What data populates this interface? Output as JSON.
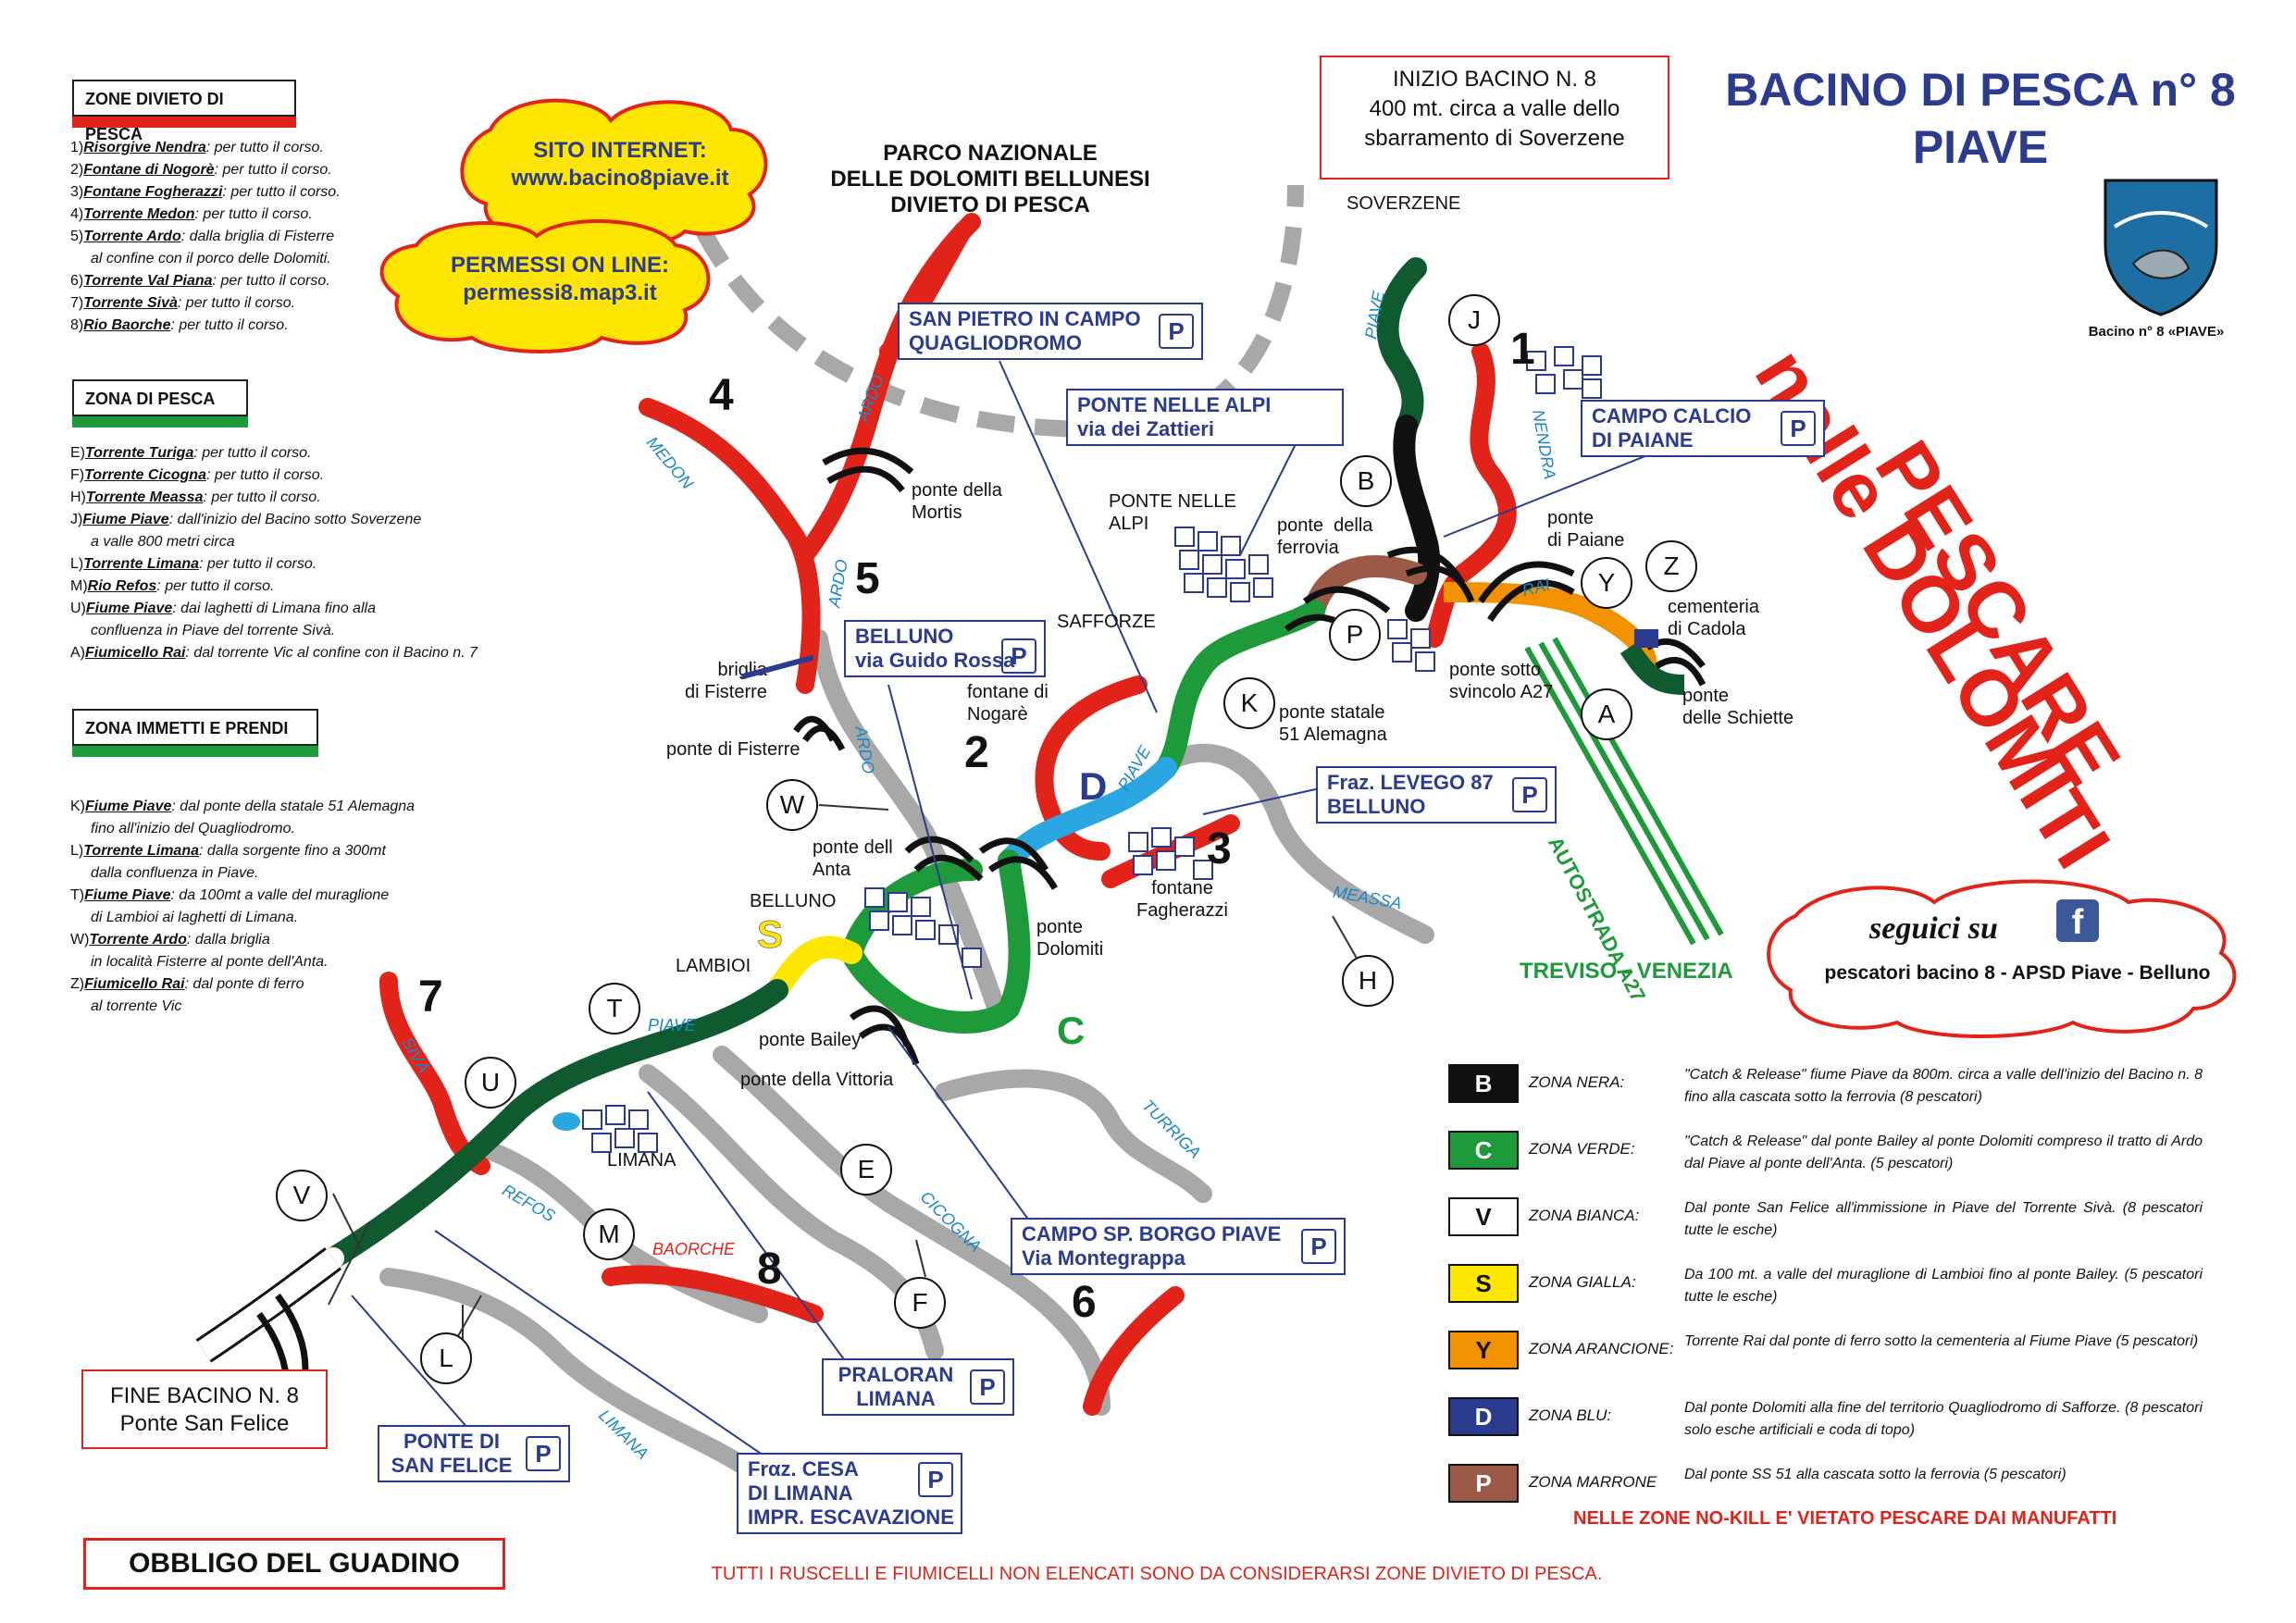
{
  "title": {
    "line1": "BACINO DI PESCA n° 8",
    "line2": "PIAVE"
  },
  "logo_caption": "Bacino n° 8 «PIAVE»",
  "slogan": {
    "line1": "PESCARE",
    "line2": "nelle DOLOMITI"
  },
  "start_box": {
    "line1": "INIZIO BACINO N. 8",
    "line2": "400 mt. circa a valle dello",
    "line3": "sbarramento di Soverzene"
  },
  "end_box": {
    "line1": "FINE BACINO N. 8",
    "line2": "Ponte San Felice"
  },
  "guadino": "OBBLIGO DEL GUADINO",
  "footer_note": "TUTTI I RUSCELLI E FIUMICELLI NON ELENCATI SONO DA CONSIDERARSI ZONE DIVIETO DI PESCA.",
  "nokill_note": "NELLE ZONE NO-KILL E' VIETATO PESCARE DAI MANUFATTI",
  "park_label": "P",
  "colors": {
    "red": "#e2231a",
    "green": "#1e9a3b",
    "darkgreen": "#0f5a2e",
    "blue": "#2b3c8f",
    "cyan": "#2aa6e0",
    "yellow": "#ffe600",
    "orange": "#f39200",
    "brown": "#9b5a45",
    "gray": "#a8a8a8"
  },
  "cloud_site": {
    "line1": "SITO INTERNET:",
    "line2": "www.bacino8piave.it"
  },
  "cloud_permits": {
    "line1": "PERMESSI ON LINE:",
    "line2": "permessi8.map3.it"
  },
  "park_title": {
    "line1": "PARCO NAZIONALE",
    "line2": "DELLE DOLOMITI BELLUNESI",
    "line3": "DIVIETO DI PESCA"
  },
  "social": {
    "line1": "seguici su",
    "icon": "facebook-icon",
    "fb": "f",
    "line2": "pescatori bacino 8 - APSD Piave - Belluno"
  },
  "legend_divieto": {
    "heading": "ZONE DIVIETO DI PESCA",
    "items": [
      {
        "num": "1)",
        "key": "Risorgive Nendra",
        "desc": ": per tutto il corso.",
        "cont": ""
      },
      {
        "num": "2)",
        "key": "Fontane di Nogorè",
        "desc": ": per tutto il corso.",
        "cont": ""
      },
      {
        "num": "3)",
        "key": "Fontane Fogherazzi",
        "desc": ": per tutto il corso.",
        "cont": ""
      },
      {
        "num": "4)",
        "key": "Torrente Medon",
        "desc": ": per tutto il corso.",
        "cont": ""
      },
      {
        "num": "5)",
        "key": "Torrente Ardo",
        "desc": ": dalla briglia di Fisterre",
        "cont": "al confine con il porco delle Dolomiti."
      },
      {
        "num": "6)",
        "key": "Torrente Val Piana",
        "desc": ": per tutto il corso.",
        "cont": ""
      },
      {
        "num": "7)",
        "key": "Torrente Sivà",
        "desc": ": per tutto il corso.",
        "cont": ""
      },
      {
        "num": "8)",
        "key": "Rio Baorche",
        "desc": ": per tutto il corso.",
        "cont": ""
      }
    ]
  },
  "legend_pesca": {
    "heading": "ZONA DI PESCA",
    "items": [
      {
        "num": "E)",
        "key": "Torrente Turiga",
        "desc": ": per tutto il corso.",
        "cont": ""
      },
      {
        "num": "F)",
        "key": "Torrente Cicogna",
        "desc": ": per tutto il corso.",
        "cont": ""
      },
      {
        "num": "H)",
        "key": "Torrente Meassa",
        "desc": ": per tutto il corso.",
        "cont": ""
      },
      {
        "num": "J)",
        "key": "Fiume Piave",
        "desc": ": dall'inizio del Bacino sotto Soverzene",
        "cont": "a valle 800 metri circa"
      },
      {
        "num": "L)",
        "key": "Torrente Limana",
        "desc": ": per tutto il corso.",
        "cont": ""
      },
      {
        "num": "M)",
        "key": "Rio Refos",
        "desc": ": per tutto il corso.",
        "cont": ""
      },
      {
        "num": "U)",
        "key": "Fiume Piave",
        "desc": ": dai laghetti di Limana fino alla",
        "cont": "confluenza in Piave del torrente Sivà."
      },
      {
        "num": "A)",
        "key": "Fiumicello Rai",
        "desc": ": dal torrente Vic al confine con il Bacino n. 7",
        "cont": ""
      }
    ]
  },
  "legend_immetti": {
    "heading": "ZONA IMMETTI E PRENDI",
    "items": [
      {
        "num": "K)",
        "key": "Fiume Piave",
        "desc": ": dal ponte della statale 51 Alemagna",
        "cont": "fino all'inizio del Quagliodromo."
      },
      {
        "num": "L)",
        "key": "Torrente Limana",
        "desc": ": dalla sorgente fino a 300mt",
        "cont": "dalla confluenza in Piave."
      },
      {
        "num": "T)",
        "key": "Fiume Piave",
        "desc": ": da 100mt a valle del muraglione",
        "cont": "di Lambioi ai laghetti di Limana."
      },
      {
        "num": "W)",
        "key": "Torrente Ardo",
        "desc": ": dalla briglia",
        "cont": "in località Fisterre al ponte dell'Anta."
      },
      {
        "num": "Z)",
        "key": "Fiumicello Rai",
        "desc": ": dal ponte di ferro",
        "cont": "al torrente Vic"
      }
    ]
  },
  "parking": [
    {
      "id": "sanpietro",
      "line1": "SAN PIETRO IN CAMPO",
      "line2": "QUAGLIODROMO"
    },
    {
      "id": "pontealpi",
      "line1": "PONTE NELLE ALPI",
      "line2": "via dei Zattieri"
    },
    {
      "id": "campocalcio",
      "line1": "CAMPO CALCIO",
      "line2": "DI PAIANE"
    },
    {
      "id": "belluno",
      "line1": "BELLUNO",
      "line2": "via Guido Rossa"
    },
    {
      "id": "levego",
      "line1": "Fraz. LEVEGO 87",
      "line2": "BELLUNO"
    },
    {
      "id": "campospborgo",
      "line1": "CAMPO SP. BORGO PIAVE",
      "line2": "Via Montegrappa"
    },
    {
      "id": "praloran",
      "line1": "PRALORAN",
      "line2": "LIMANA"
    },
    {
      "id": "sanfelice",
      "line1": "PONTE DI",
      "line2": "SAN FELICE"
    },
    {
      "id": "cesa",
      "line1": "Frαz. CESA",
      "line2": "DI LIMANA",
      "line3": "IMPR. ESCAVAZIONE"
    }
  ],
  "places": {
    "soverzene": "SOVERZENE",
    "ponte_mortis": "ponte della\nMortis",
    "ponte_alpi": "PONTE NELLE\nALPI",
    "ponte_ferrovia": "ponte  della\nferrovia",
    "ponte_paiane": "ponte\ndi Paiane",
    "cementeria": "cementeria\ndi Cadola",
    "safforze": "SAFFORZE",
    "briglia": "briglia\ndi Fisterre",
    "ponte_fisterre": "ponte di Fisterre",
    "fontane_nogare": "fontane di\nNogarè",
    "ponte_statale": "ponte statale\n51 Alemagna",
    "ponte_svincolo": "ponte sotto\nsvincolo A27",
    "ponte_schiette": "ponte\ndelle Schiette",
    "ponte_anta": "ponte dell\nAnta",
    "belluno": "BELLUNO",
    "fontane_fagherazzi": "fontane\nFagherazzi",
    "ponte_dolomiti": "ponte\nDolomiti",
    "lambioi": "LAMBIOI",
    "ponte_bailey": "ponte Bailey",
    "ponte_vittoria": "ponte della Vittoria",
    "limana": "LIMANA",
    "treviso": "TREVISO - VENEZIA",
    "autostrada": "AUTOSTRADA A27"
  },
  "rivers": {
    "piave1": "PIAVE",
    "piave2": "PIAVE",
    "piave3": "PIAVE",
    "nendra": "NENDRA",
    "medon": "MEDON",
    "ardo1": "ARDO",
    "ardo2": "ARDO",
    "ardo3": "ARDO",
    "rai": "RAI",
    "meassa": "MEASSA",
    "turriga": "TURRIGA",
    "cicogna": "CICOGNA",
    "siva": "SIVÀ",
    "refos": "REFOS",
    "baorche": "BAORCHE",
    "limana": "LIMANA"
  },
  "numbers": {
    "n1": "1",
    "n2": "2",
    "n3": "3",
    "n4": "4",
    "n5": "5",
    "n6": "6",
    "n7": "7",
    "n8": "8"
  },
  "letters": {
    "J": "J",
    "B": "B",
    "Y": "Y",
    "Z": "Z",
    "P": "P",
    "K": "K",
    "A": "A",
    "W": "W",
    "H": "H",
    "T": "T",
    "U": "U",
    "E": "E",
    "V": "V",
    "M": "M",
    "F": "F",
    "L": "L",
    "D": "D",
    "S": "S",
    "C": "C"
  },
  "zone_legend": [
    {
      "code": "B",
      "name": "ZONA NERA:",
      "desc": "\"Catch & Release\" fiume Piave da 800m. circa a valle dell'inizio del Bacino n. 8  fino alla cascata sotto la ferrovia (8 pescatori)",
      "bg": "#111111",
      "fg": "#ffffff"
    },
    {
      "code": "C",
      "name": "ZONA VERDE:",
      "desc": "\"Catch & Release\" dal ponte Bailey al ponte Dolomiti compreso il tratto di Ardo dal Piave al ponte dell'Anta. (5 pescatori)",
      "bg": "#1e9a3b",
      "fg": "#ffffff"
    },
    {
      "code": "V",
      "name": "ZONA BIANCA:",
      "desc": "Dal ponte San Felice all'immissione in Piave del Torrente Sivà. (8 pescatori tutte le esche)",
      "bg": "#ffffff",
      "fg": "#111111"
    },
    {
      "code": "S",
      "name": "ZONA GIALLA:",
      "desc": "Da 100 mt. a valle del muraglione di Lambioi fino al ponte Bailey. (5 pescatori tutte le esche)",
      "bg": "#ffe600",
      "fg": "#111111"
    },
    {
      "code": "Y",
      "name": "ZONA ARANCIONE:",
      "desc": "Torrente Rai dal ponte di ferro sotto la cementeria al Fiume Piave (5 pescatori)",
      "bg": "#f39200",
      "fg": "#111111"
    },
    {
      "code": "D",
      "name": "ZONA BLU:",
      "desc": "Dal ponte Dolomiti alla fine del territorio Quagliodromo di Safforze. (8 pescatori solo esche artificiali e coda di topo)",
      "bg": "#2b3c8f",
      "fg": "#ffffff"
    },
    {
      "code": "P",
      "name": "ZONA MARRONE",
      "desc": "Dal ponte SS 51 alla cascata sotto la ferrovia (5 pescatori)",
      "bg": "#9b5a45",
      "fg": "#ffffff"
    }
  ]
}
